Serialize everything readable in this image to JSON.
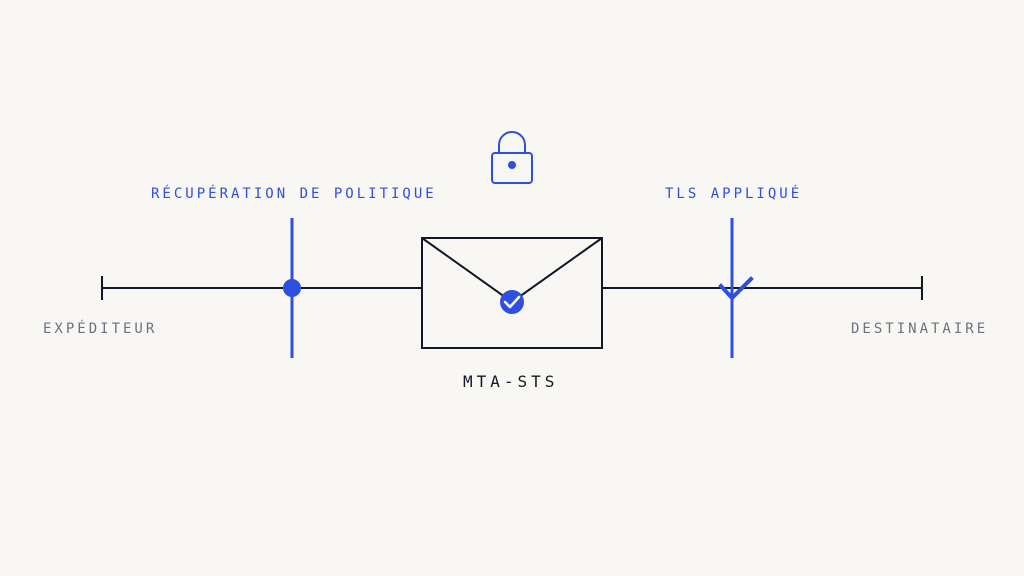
{
  "labels": {
    "policy_fetch": "RÉCUPÉRATION DE POLITIQUE",
    "tls_enforced": "TLS APPLIQUÉ",
    "sender": "EXPÉDITEUR",
    "recipient": "DESTINATAIRE",
    "center": "MTA-STS"
  },
  "icons": {
    "top": "lock-icon",
    "center": "envelope-icon",
    "badge": "check-badge-icon",
    "checkpoint": "check-mark-icon"
  },
  "colors": {
    "background": "#f8f7f3",
    "accent": "#2f4fe0",
    "line": "#111827",
    "muted": "#6b7280"
  }
}
